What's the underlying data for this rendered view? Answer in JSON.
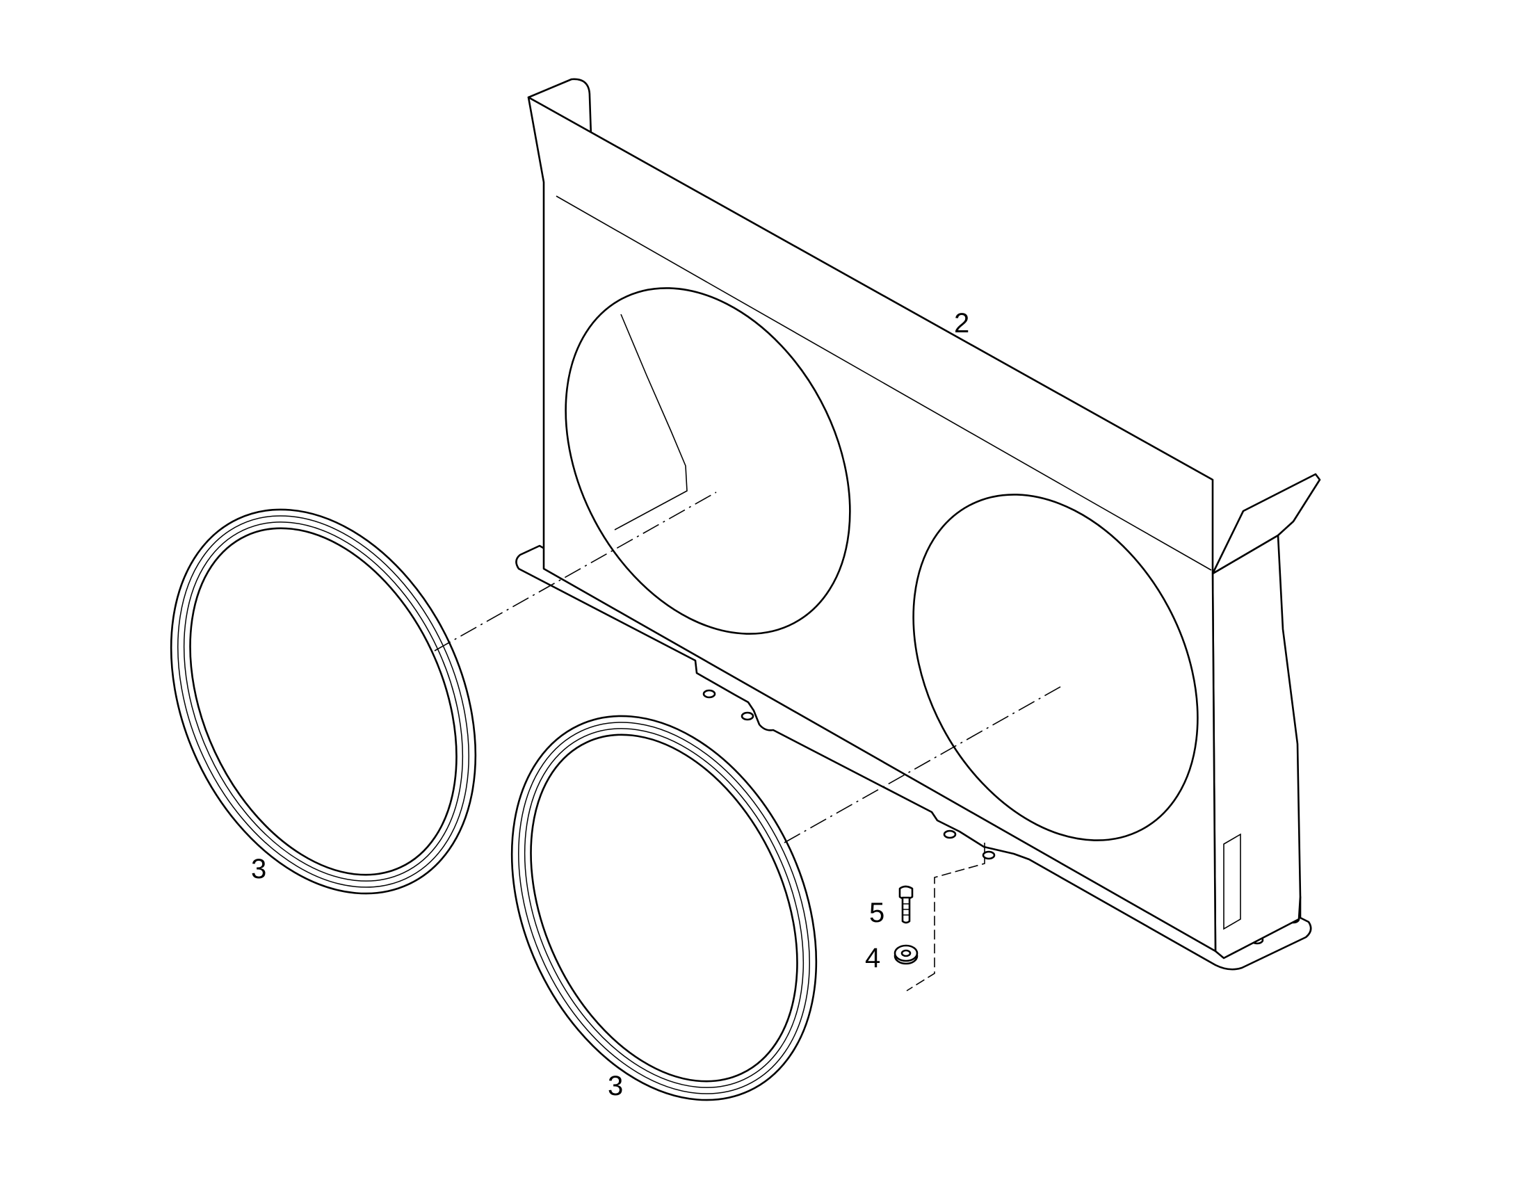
{
  "callouts": {
    "shroud": "2",
    "ring_left": "3",
    "ring_right": "3",
    "washer": "4",
    "bolt": "5"
  }
}
